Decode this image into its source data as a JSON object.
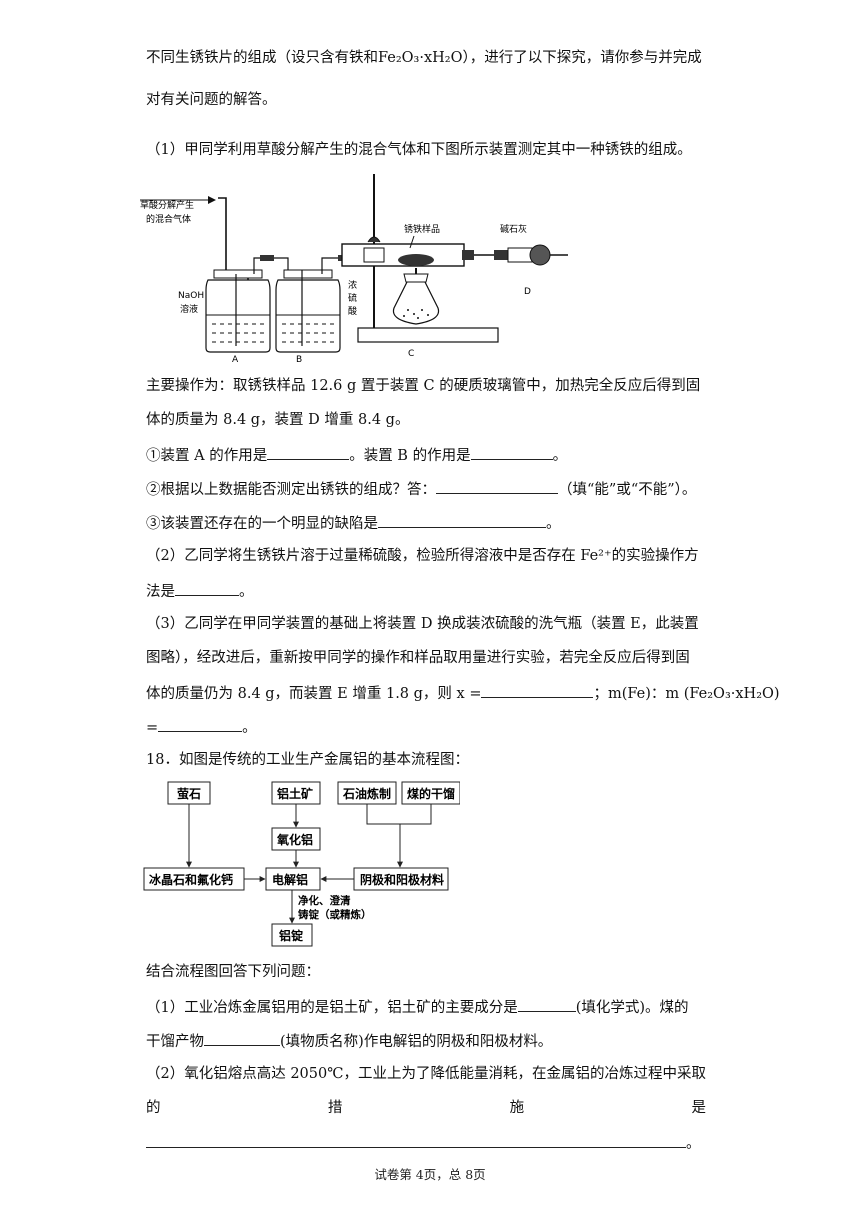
{
  "intro": {
    "line1": "不同生锈铁片的组成（设只含有铁和Fe₂O₃·xH₂O），进行了以下探究，请你参与并完成",
    "line2": "对有关问题的解答。"
  },
  "q1": {
    "stem": "（1）甲同学利用草酸分解产生的混合气体和下图所示装置测定其中一种锈铁的组成。",
    "diagram": {
      "gas_label_1": "草酸分解产生",
      "gas_label_2": "的混合气体",
      "naoh_1": "NaOH",
      "naoh_2": "溶液",
      "acid_1": "浓",
      "acid_2": "硫",
      "acid_3": "酸",
      "sample": "锈铁样品",
      "soda_lime": "碱石灰",
      "A": "A",
      "B": "B",
      "C": "C",
      "D": "D"
    },
    "op1": "主要操作为：取锈铁样品 12.6 g 置于装置 C 的硬质玻璃管中，加热完全反应后得到固",
    "op2": "体的质量为 8.4 g，装置 D 增重 8.4 g。",
    "s1a": "①装置 A 的作用是",
    "s1b": "。装置 B 的作用是",
    "s1c": "。",
    "s2a": "②根据以上数据能否测定出锈铁的组成？答：",
    "s2b": "（填“能”或“不能”）。",
    "s3a": "③该装置还存在的一个明显的缺陷是",
    "s3b": "。"
  },
  "q2": {
    "l1": "（2）乙同学将生锈铁片溶于过量稀硫酸，检验所得溶液中是否存在 Fe²⁺的实验操作方",
    "l2a": "法是",
    "l2b": "。"
  },
  "q3": {
    "l1": "（3）乙同学在甲同学装置的基础上将装置 D 换成装浓硫酸的洗气瓶（装置 E，此装置",
    "l2": "图略），经改进后，重新按甲同学的操作和样品取用量进行实验，若完全反应后得到固",
    "l3a": "体的质量仍为 8.4 g，而装置 E 增重 1.8 g，则 x =",
    "l3b": "；m(Fe)：m (Fe₂O₃·xH₂O)",
    "l4a": "=",
    "l4b": "。"
  },
  "q18": {
    "title": "18．如图是传统的工业生产金属铝的基本流程图：",
    "flow": {
      "fluorite": "萤石",
      "bauxite": "铝土矿",
      "petroleum": "石油炼制",
      "coal": "煤的干馏",
      "alumina": "氧化铝",
      "cryolite": "冰晶石和氟化钙",
      "electrolysis": "电解铝",
      "electrodes": "阴极和阳极材料",
      "step_1": "净化、澄清",
      "step_2": "铸锭（或精炼）",
      "ingot": "铝锭"
    },
    "prompt": "结合流程图回答下列问题：",
    "p1a": "（1）工业冶炼金属铝用的是铝土矿，铝土矿的主要成分是",
    "p1b": "(填化学式)。煤的",
    "p1c": "干馏产物",
    "p1d": "(填物质名称)作电解铝的阴极和阳极材料。",
    "p2": "（2）氧化铝熔点高达 2050℃，工业上为了降低能量消耗，在金属铝的冶炼过程中采取",
    "p2_w1": "的",
    "p2_w2": "措",
    "p2_w3": "施",
    "p2_w4": "是",
    "p2_end": "。"
  },
  "footer": "试卷第 4页，总 8页"
}
